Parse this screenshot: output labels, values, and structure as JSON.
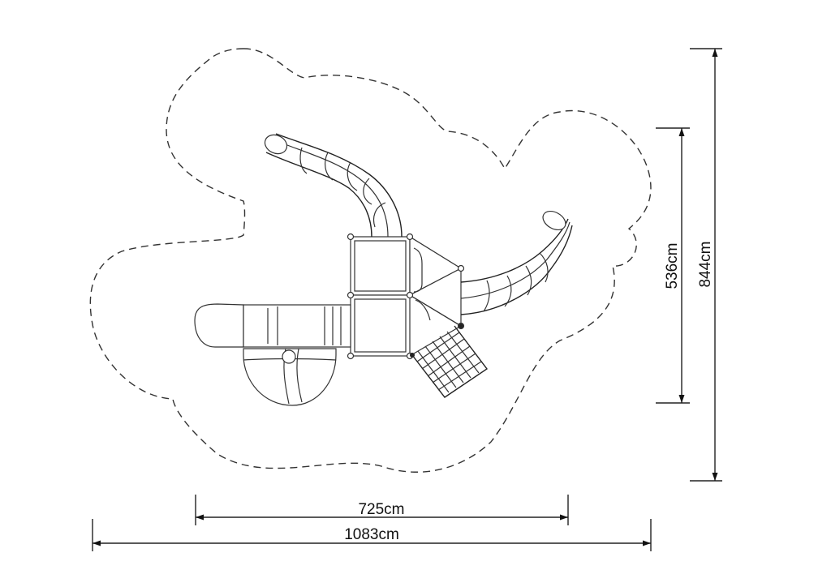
{
  "diagram": {
    "dimensions": {
      "inner_width": "725cm",
      "outer_width": "1083cm",
      "inner_height": "536cm",
      "outer_height": "844cm"
    },
    "colors": {
      "line": "#222222",
      "background": "#ffffff"
    }
  }
}
